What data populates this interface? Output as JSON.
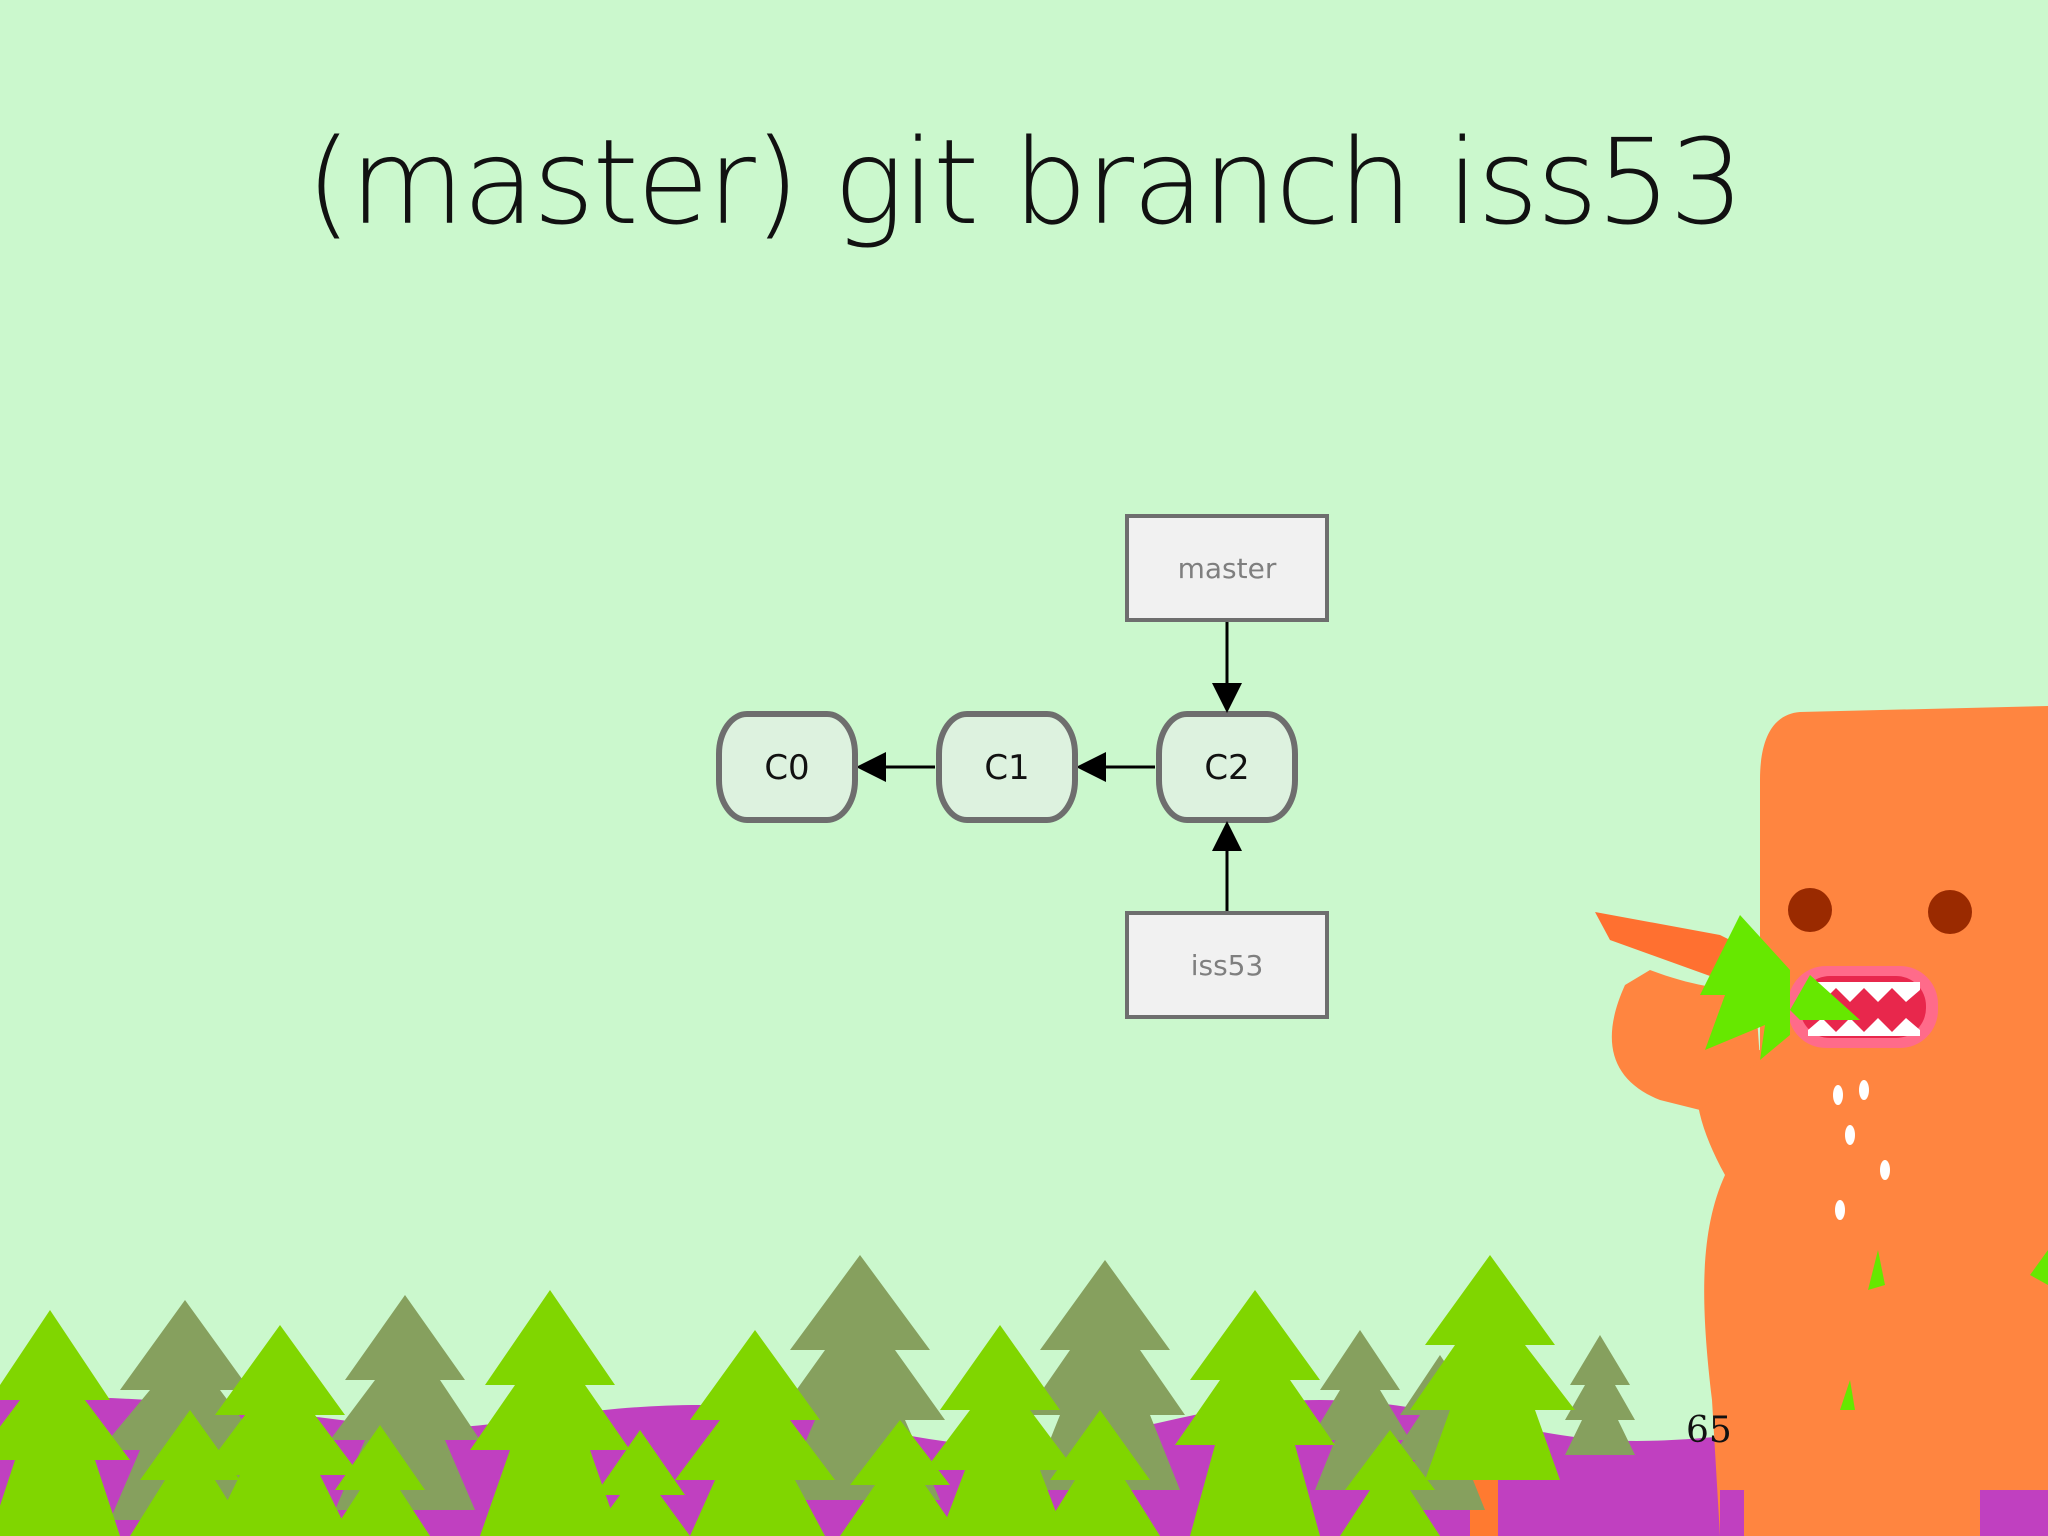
{
  "slide": {
    "title": "(master) git branch iss53",
    "page_number": "65"
  },
  "diagram": {
    "commits": [
      {
        "id": "C0",
        "label": "C0"
      },
      {
        "id": "C1",
        "label": "C1"
      },
      {
        "id": "C2",
        "label": "C2"
      }
    ],
    "parent_links": [
      {
        "from": "C1",
        "to": "C0"
      },
      {
        "from": "C2",
        "to": "C1"
      }
    ],
    "branches": [
      {
        "name": "master",
        "points_to": "C2"
      },
      {
        "name": "iss53",
        "points_to": "C2"
      }
    ]
  },
  "colors": {
    "background": "#cbf8cd",
    "commit_fill": "#ddf2df",
    "commit_stroke": "#6e6e6e",
    "branch_fill": "#f1f1f1",
    "monster": "#ff8540",
    "hills": "#c040c0",
    "tree_bright": "#80d600",
    "tree_olive": "#86a05e"
  }
}
